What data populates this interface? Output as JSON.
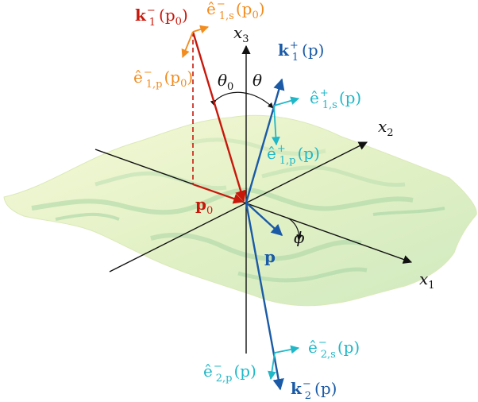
{
  "colors": {
    "red": "#c8180c",
    "dark_red": "#a00f0a",
    "orange": "#f28c1e",
    "blue": "#1a5aa6",
    "cyan": "#1fb8c8",
    "black": "#111111",
    "surface_light": "#f2f7cf",
    "surface_mid": "#d4ecbf",
    "surface_dark": "#9fd49f"
  },
  "labels": {
    "x1": {
      "base": "x",
      "sub": "1"
    },
    "x2": {
      "base": "x",
      "sub": "2"
    },
    "x3": {
      "base": "x",
      "sub": "3"
    },
    "theta0": {
      "base": "θ",
      "sub": "0"
    },
    "theta": {
      "base": "θ"
    },
    "phi": {
      "base": "ϕ"
    },
    "p0": {
      "base": "p",
      "sub": "0"
    },
    "p": {
      "base": "p"
    },
    "k1_minus": {
      "base": "k",
      "sup": "−",
      "sub": "1",
      "arg": "(p",
      "argsub": "0",
      "close": ")"
    },
    "e1s_minus": {
      "base": "ê",
      "sup": "−",
      "sub": "1,s",
      "arg": "(p",
      "argsub": "0",
      "close": ")"
    },
    "e1p_minus": {
      "base": "ê",
      "sup": "−",
      "sub": "1,p",
      "arg": "(p",
      "argsub": "0",
      "close": ")"
    },
    "k1_plus": {
      "base": "k",
      "sup": "+",
      "sub": "1",
      "arg": "(p)"
    },
    "e1s_plus": {
      "base": "ê",
      "sup": "+",
      "sub": "1,s",
      "arg": "(p)"
    },
    "e1p_plus": {
      "base": "ê",
      "sup": "+",
      "sub": "1,p",
      "arg": "(p)"
    },
    "k2_minus": {
      "base": "k",
      "sup": "−",
      "sub": "2",
      "arg": "(p)"
    },
    "e2s_minus": {
      "base": "ê",
      "sup": "−",
      "sub": "2,s",
      "arg": "(p)"
    },
    "e2p_minus": {
      "base": "ê",
      "sup": "−",
      "sub": "2,p",
      "arg": "(p)"
    }
  }
}
